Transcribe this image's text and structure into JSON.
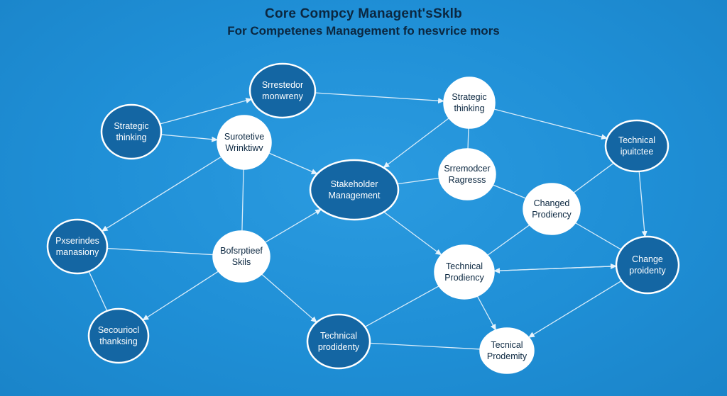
{
  "header": {
    "title": "Core Compcy Managent'sSklb",
    "subtitle": "For Competenes Management fo nesvrice mors"
  },
  "colors": {
    "background": "#1f8fd6",
    "dark_node_fill": "#1466a3",
    "light_node_fill": "#ffffff",
    "node_stroke": "#ffffff",
    "dark_text": "#0b2740",
    "light_text": "#ffffff",
    "edge": "#d8ecfa"
  },
  "nodes": [
    {
      "id": "n1",
      "lines": [
        "Srrestedor",
        "monwreny"
      ],
      "style": "dark"
    },
    {
      "id": "n2",
      "lines": [
        "Strategic",
        "thinking"
      ],
      "style": "light"
    },
    {
      "id": "n3",
      "lines": [
        "Strategic",
        "thinking"
      ],
      "style": "dark"
    },
    {
      "id": "n4",
      "lines": [
        "Surotetive",
        "Wrinktiwv"
      ],
      "style": "light"
    },
    {
      "id": "n5",
      "lines": [
        "Technical",
        "ipuitctee"
      ],
      "style": "dark"
    },
    {
      "id": "n6",
      "lines": [
        "Stakeholder",
        "Management"
      ],
      "style": "dark"
    },
    {
      "id": "n7",
      "lines": [
        "Srremodcer",
        "Ragresss"
      ],
      "style": "light"
    },
    {
      "id": "n8",
      "lines": [
        "Changed",
        "Prodiency"
      ],
      "style": "light"
    },
    {
      "id": "n9",
      "lines": [
        "Pxserindes",
        "manasiony"
      ],
      "style": "dark"
    },
    {
      "id": "n10",
      "lines": [
        "Bofsrptieef",
        "Skils"
      ],
      "style": "light"
    },
    {
      "id": "n11",
      "lines": [
        "Technical",
        "Prodiency"
      ],
      "style": "light"
    },
    {
      "id": "n12",
      "lines": [
        "Change",
        "proidenty"
      ],
      "style": "dark"
    },
    {
      "id": "n13",
      "lines": [
        "Secouriocl",
        "thanksing"
      ],
      "style": "dark"
    },
    {
      "id": "n14",
      "lines": [
        "Technical",
        "prodidenty"
      ],
      "style": "dark"
    },
    {
      "id": "n15",
      "lines": [
        "Tecnical",
        "Prodemity"
      ],
      "style": "light"
    }
  ],
  "edges": [
    {
      "from": "n3",
      "to": "n1",
      "arrow": true
    },
    {
      "from": "n3",
      "to": "n4",
      "arrow": true
    },
    {
      "from": "n1",
      "to": "n2",
      "arrow": true
    },
    {
      "from": "n2",
      "to": "n5",
      "arrow": true
    },
    {
      "from": "n2",
      "to": "n6",
      "arrow": true
    },
    {
      "from": "n4",
      "to": "n6",
      "arrow": true
    },
    {
      "from": "n4",
      "to": "n9",
      "arrow": true
    },
    {
      "from": "n4",
      "to": "n10",
      "arrow": false
    },
    {
      "from": "n6",
      "to": "n7",
      "arrow": false
    },
    {
      "from": "n6",
      "to": "n11",
      "arrow": true
    },
    {
      "from": "n7",
      "to": "n8",
      "arrow": false
    },
    {
      "from": "n7",
      "to": "n2",
      "arrow": false
    },
    {
      "from": "n5",
      "to": "n8",
      "arrow": false
    },
    {
      "from": "n5",
      "to": "n12",
      "arrow": true
    },
    {
      "from": "n8",
      "to": "n11",
      "arrow": false
    },
    {
      "from": "n8",
      "to": "n12",
      "arrow": false
    },
    {
      "from": "n12",
      "to": "n11",
      "arrow": true
    },
    {
      "from": "n11",
      "to": "n12",
      "arrow": true
    },
    {
      "from": "n9",
      "to": "n10",
      "arrow": false
    },
    {
      "from": "n9",
      "to": "n13",
      "arrow": false
    },
    {
      "from": "n10",
      "to": "n6",
      "arrow": true
    },
    {
      "from": "n10",
      "to": "n13",
      "arrow": true
    },
    {
      "from": "n10",
      "to": "n14",
      "arrow": true
    },
    {
      "from": "n14",
      "to": "n11",
      "arrow": false
    },
    {
      "from": "n14",
      "to": "n15",
      "arrow": false
    },
    {
      "from": "n11",
      "to": "n15",
      "arrow": true
    },
    {
      "from": "n12",
      "to": "n15",
      "arrow": true
    }
  ]
}
